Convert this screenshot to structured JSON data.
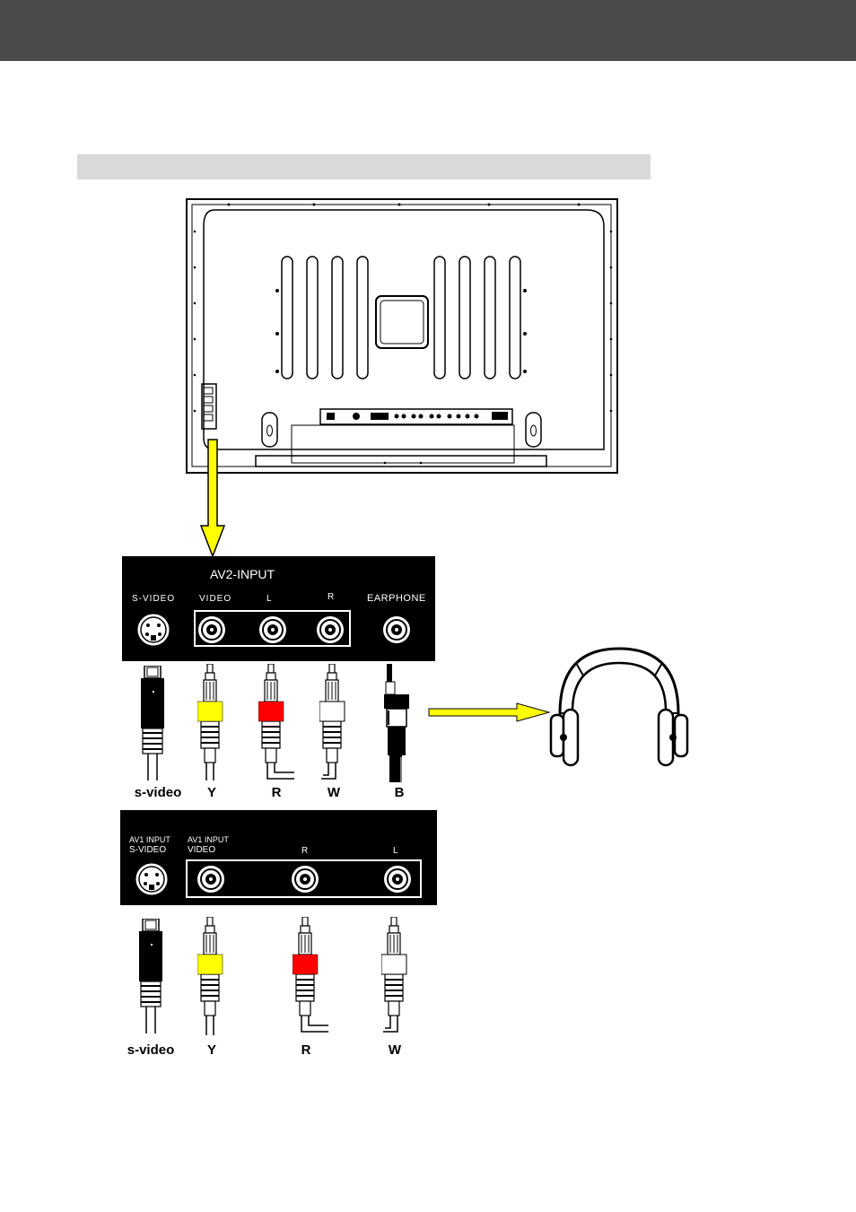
{
  "av2_panel": {
    "title": "AV2-INPUT",
    "labels": {
      "svideo": "S-VIDEO",
      "video": "VIDEO",
      "left": "L",
      "right": "R",
      "earphone": "EARPHONE"
    }
  },
  "av2_cables": {
    "svideo": "s-video",
    "y": "Y",
    "r": "R",
    "w": "W",
    "b": "B"
  },
  "av1_panel": {
    "labels": {
      "svideo_top": "AV1  INPUT",
      "svideo": "S-VIDEO",
      "video_top": "AV1    INPUT",
      "video": "VIDEO",
      "right": "R",
      "left": "L"
    }
  },
  "av1_cables": {
    "svideo": "s-video",
    "y": "Y",
    "r": "R",
    "w": "W"
  },
  "colors": {
    "header": "#4a4a4a",
    "section_bar": "#d9d9d9",
    "arrow": "#ffff00",
    "plug_yellow": "#ffff00",
    "plug_red": "#ff0000",
    "plug_white": "#ffffff"
  }
}
